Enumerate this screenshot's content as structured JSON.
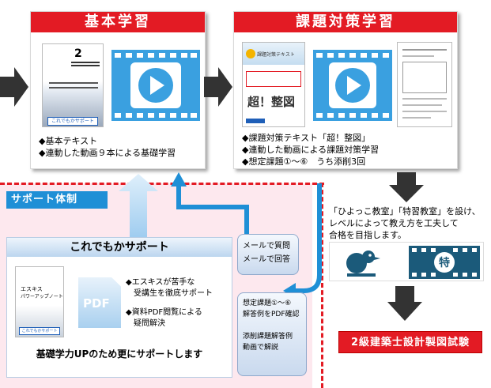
{
  "basic": {
    "title": "基本学習",
    "book_label": "これでもかサポート",
    "bullets": [
      "◆基本テキスト",
      "◆連動した動画９本による基礎学習"
    ]
  },
  "task": {
    "title": "課題対策学習",
    "book_main": "超！整図",
    "book_label": "課題対策テキスト",
    "bullets": [
      "◆課題対策テキスト「超！整図」",
      "◆連動した動画による課題対策学習",
      "◆想定課題①～⑥　うち添削3回"
    ]
  },
  "support": {
    "label": "サポート体制",
    "box_title": "これでもかサポート",
    "book_label": "これでもかサポート",
    "pdf_label": "PDF",
    "bullets": [
      "◆エスキスが苦手な\n　受講生を徹底サポート",
      "◆資料PDF閲覧による\n　疑問解決"
    ],
    "footer": "基礎学力UPのため更にサポートします",
    "mail_bubble": "メールで質問\nメールで回答",
    "answer_bubble": "想定課題①～⑥\n解答例をPDF確認\n\n添削課題解答例\n動画で解説"
  },
  "right": {
    "message": "「ひよっこ教室」「特習教室」を設け、\nレベルによって教え方を工夫して\n合格を目指します。",
    "goal": "2級建築士設計製図試験"
  },
  "colors": {
    "accent": "#e31b24",
    "support_blue": "#1f8fd6",
    "film": "#3aa0e0"
  }
}
